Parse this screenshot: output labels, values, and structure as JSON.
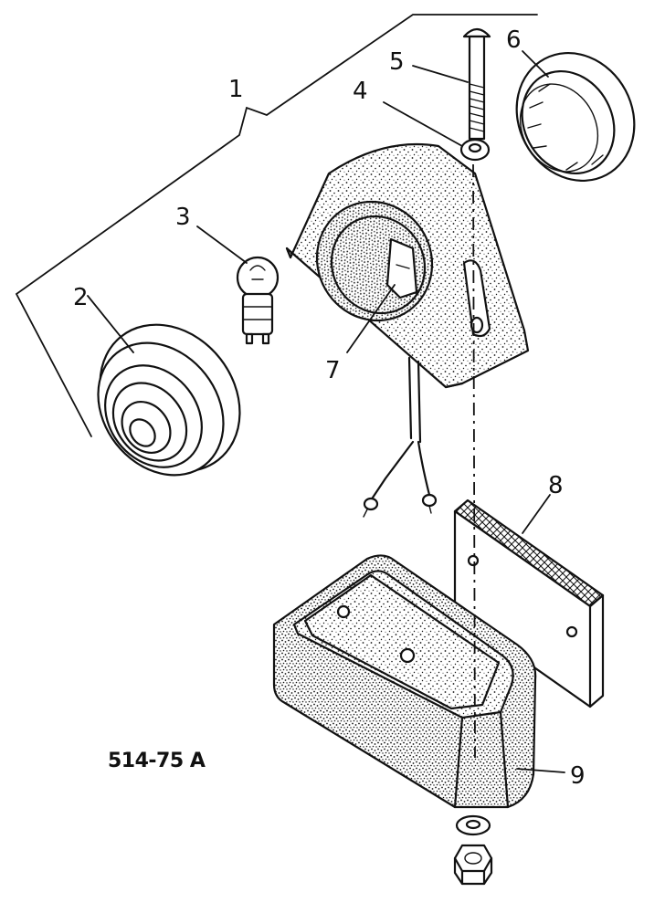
{
  "figure_reference": "514-75 A",
  "callouts": [
    {
      "id": "1"
    },
    {
      "id": "2"
    },
    {
      "id": "3"
    },
    {
      "id": "4"
    },
    {
      "id": "5"
    },
    {
      "id": "6"
    },
    {
      "id": "7"
    },
    {
      "id": "8"
    },
    {
      "id": "9"
    }
  ],
  "colors": {
    "ink": "#111111",
    "paper": "#ffffff"
  }
}
